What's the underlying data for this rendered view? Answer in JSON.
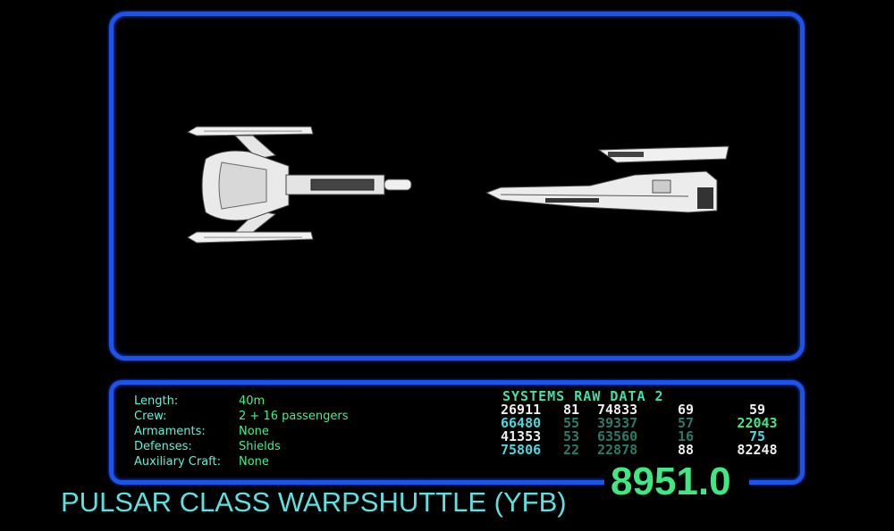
{
  "specs": [
    {
      "label": "Length:",
      "value": "40m"
    },
    {
      "label": "Crew:",
      "value": "2 + 16 passengers"
    },
    {
      "label": "Armaments:",
      "value": "None"
    },
    {
      "label": "Defenses:",
      "value": "Shields"
    },
    {
      "label": "Auxiliary Craft:",
      "value": "None"
    }
  ],
  "systems": {
    "title": "SYSTEMS RAW DATA 2",
    "rows": [
      [
        "26911",
        "81",
        "74833",
        "69",
        "59"
      ],
      [
        "66480",
        "55",
        "39337",
        "57",
        "22043"
      ],
      [
        "41353",
        "53",
        "63560",
        "16",
        "75"
      ],
      [
        "75806",
        "22",
        "22878",
        "88",
        "82248"
      ]
    ]
  },
  "ship_name": "PULSAR CLASS WARPSHUTTLE (YFB)",
  "readout": "8951.0",
  "colors": {
    "frame": "#1c52ee",
    "label": "#5ef1d7",
    "value": "#3ff287",
    "sys_white": "#eeeeee",
    "sys_cyan": "#4ad8e0",
    "sys_teal_dim": "#2a7a6a",
    "sys_green": "#3fe881"
  }
}
